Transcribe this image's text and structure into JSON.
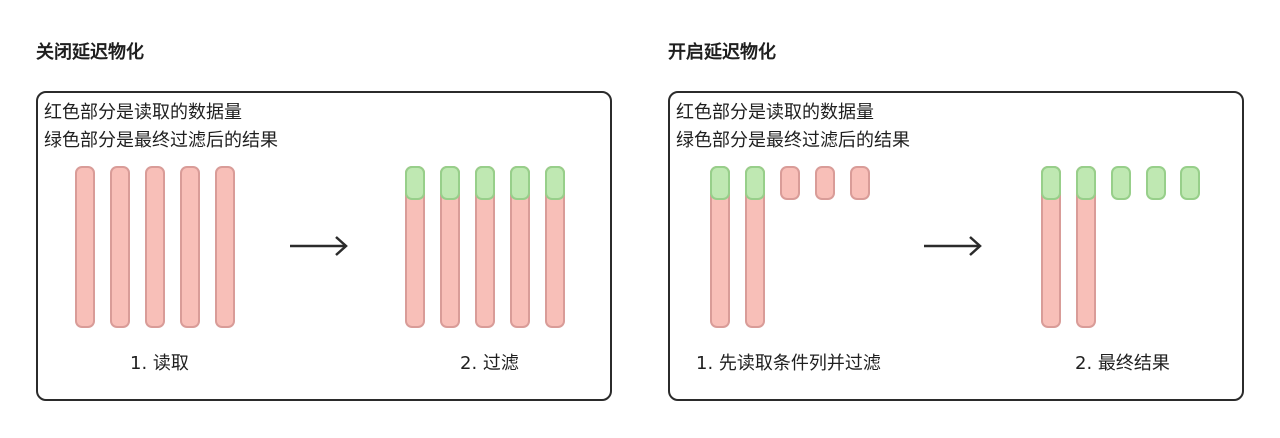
{
  "left": {
    "title": "关闭延迟物化",
    "legend": [
      "红色部分是读取的数据量",
      "绿色部分是最终过滤后的结果"
    ],
    "step1_label": "1. 读取",
    "step2_label": "2. 过滤"
  },
  "right": {
    "title": "开启延迟物化",
    "legend": [
      "红色部分是读取的数据量",
      "绿色部分是最终过滤后的结果"
    ],
    "step1_label": "1. 先读取条件列并过滤",
    "step2_label": "2. 最终结果"
  },
  "colors": {
    "red_fill": "#f8bfb8",
    "red_border": "#d99c98",
    "green_fill": "#bfe8b2",
    "green_border": "#97cf8a",
    "frame": "#2b2b2b"
  }
}
